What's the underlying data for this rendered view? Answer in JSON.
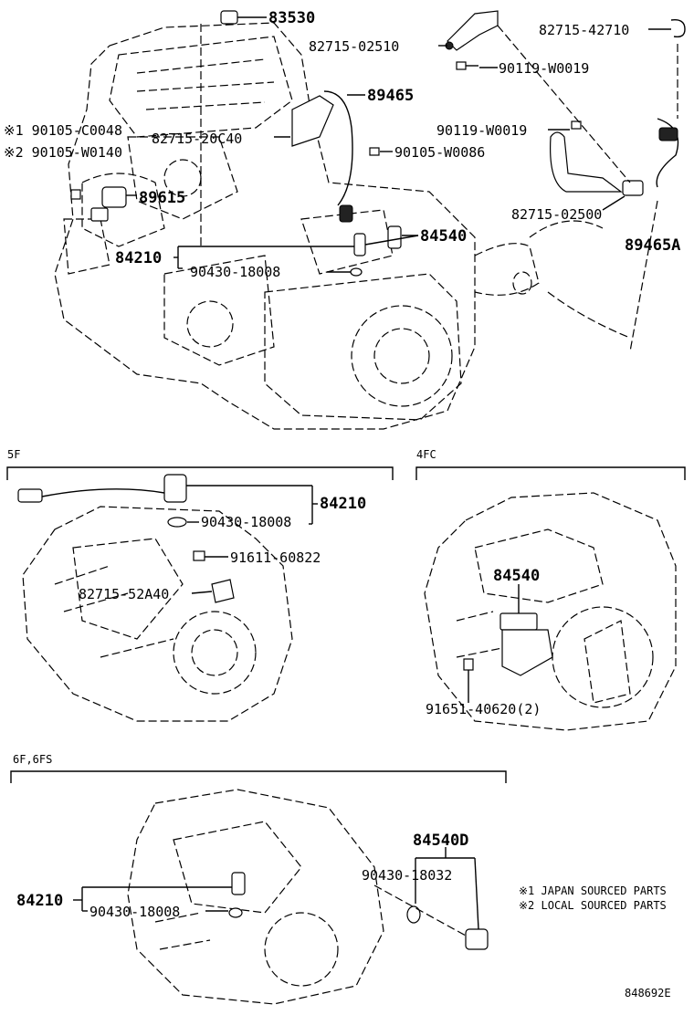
{
  "labels": {
    "p83530": "83530",
    "p82715_02510": "82715-02510",
    "p82715_42710": "82715-42710",
    "p90119_w0019_a": "90119-W0019",
    "p89465": "89465",
    "p90105_c0048": "※1 90105-C0048",
    "p82715_20c40": "82715-20C40",
    "p90119_w0019_b": "90119-W0019",
    "p90105_w0086": "90105-W0086",
    "p90105_w0140": "※2 90105-W0140",
    "p89615": "89615",
    "p82715_02500": "82715-02500",
    "p84540_top": "84540",
    "p89465a": "89465A",
    "p84210_top": "84210",
    "p90430_18008_top": "90430-18008"
  },
  "sections": {
    "s5f": {
      "title": "5F",
      "p84210": "84210",
      "p90430_18008": "90430-18008",
      "p91611_60822": "91611-60822",
      "p82715_52a40": "82715-52A40"
    },
    "s4fc": {
      "title": "4FC",
      "p84540": "84540",
      "p91651_40620": "91651-40620(2)"
    },
    "s6f": {
      "title": "6F,6FS",
      "p84540d": "84540D",
      "p90430_18032": "90430-18032",
      "p84210": "84210",
      "p90430_18008": "90430-18008"
    }
  },
  "notes": {
    "note1": "※1  JAPAN SOURCED PARTS",
    "note2": "※2  LOCAL SOURCED PARTS"
  },
  "figure_code": "848692E"
}
